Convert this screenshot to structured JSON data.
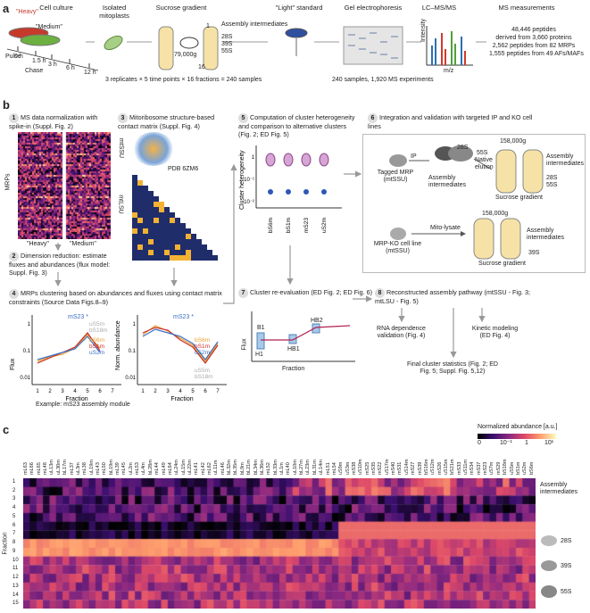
{
  "panel_a": {
    "label": "a",
    "headers": {
      "cell_culture": "Cell culture",
      "isolated": "Isolated mitoplasts",
      "sucrose": "Sucrose gradient",
      "light": "\"Light\" standard",
      "gel": "Gel electrophoresis",
      "lcms": "LC–MS/MS",
      "ms": "MS measurements"
    },
    "heavy": "\"Heavy\"",
    "medium": "\"Medium\"",
    "pulse": "Pulse",
    "chase": "Chase",
    "times": [
      "0 h",
      "1.5 h",
      "3 h",
      "6 h",
      "12 h"
    ],
    "speed": "79,000g",
    "tube_labels": [
      "Assembly intermediates",
      "28S",
      "39S",
      "55S"
    ],
    "tube_top": "1",
    "tube_bottom": "16",
    "replicates": "3 replicates × 5 time points × 16 fractions = 240 samples",
    "samples": "240 samples, 1,920 MS experiments",
    "intensity": "Intensity",
    "mz": "m/z",
    "stats": [
      "48,446 peptides",
      "derived from 3,660 proteins",
      "2,562 peptides from 82 MRPs",
      "1,555 peptides from 49 AFs/MAFs"
    ]
  },
  "panel_b": {
    "label": "b",
    "steps": {
      "s1": {
        "n": "1",
        "text": "MS data normalization with spike-in (Suppl. Fig. 2)"
      },
      "s2": {
        "n": "2",
        "text": "Dimension reduction: estimate fluxes and abundances (flux model: Suppl. Fig. 3)"
      },
      "s3": {
        "n": "3",
        "text": "Mitoribosome structure-based contact matrix (Suppl. Fig. 4)"
      },
      "s4": {
        "n": "4",
        "text": "MRPs clustering based on abundances and fluxes using contact matrix constraints (Source Data Figs.8–9)"
      },
      "s5": {
        "n": "5",
        "text": "Computation of cluster heterogeneity and comparison to alternative clusters (Fig. 2; ED Fig. 5)"
      },
      "s6": {
        "n": "6",
        "text": "Integration and validation with targeted IP and KO cell lines"
      },
      "s7": {
        "n": "7",
        "text": "Cluster re-evaluation (ED Fig. 2; ED Fig. 6)"
      },
      "s8": {
        "n": "8",
        "text": "Reconstructed assembly pathway (mtSSU - Fig. 3; mtLSU - Fig. 5)"
      }
    },
    "heatmap_labels": {
      "mrps": "MRPs",
      "mtssu": "mtSSU",
      "mtlsu": "mtLSU",
      "heavy": "\"Heavy\"",
      "medium": "\"Medium\""
    },
    "pdb": "PDB 6ZM6",
    "heterogeneity": {
      "ylabel": "Cluster heterogeneity",
      "ticks": [
        "1",
        "10⁻¹",
        "10⁻²"
      ],
      "xlabels": [
        "bS6m",
        "bS1m",
        "mS23",
        "uS2m"
      ]
    },
    "flux_plot": {
      "ylabel": "Flux",
      "xlabel": "Fraction",
      "title": "mS23 *",
      "gray_labels": [
        "uS5m",
        "bS18m"
      ],
      "labels": [
        "bS6m",
        "bS1m",
        "uS2m"
      ],
      "yticks": [
        "1",
        "0.1",
        "0.01"
      ],
      "xticks": [
        "1",
        "2",
        "3",
        "4",
        "5",
        "6",
        "7"
      ]
    },
    "abund_plot": {
      "ylabel": "Norm. abundance",
      "xlabel": "Fraction",
      "title": "mS23 *",
      "labels": [
        "bS6m",
        "bS1m",
        "uS2m"
      ],
      "gray_labels": [
        "uS5m",
        "bS18m"
      ],
      "yticks": [
        "1",
        "0.1",
        "0.01"
      ],
      "xticks": [
        "1",
        "2",
        "3",
        "4",
        "5",
        "6",
        "7"
      ]
    },
    "example": "Example: mS23 assembly module",
    "ip": {
      "speed": "158,000g",
      "tagged": "Tagged MRP (mtSSU)",
      "ip": "IP",
      "native": "Native elution",
      "assembly": "Assembly intermediates",
      "s28": "28S",
      "s55": "55S",
      "gradient": "Sucrose gradient",
      "labels": [
        "Assembly intermediates",
        "28S",
        "55S"
      ]
    },
    "ko": {
      "speed": "158,000g",
      "cell": "MRP-KO cell line (mtSSU)",
      "lysate": "Mito-lysate",
      "gradient": "Sucrose gradient",
      "labels": [
        "Assembly intermediates",
        "39S"
      ]
    },
    "cluster": {
      "ylabel": "Flux",
      "xlabel": "Fraction",
      "labels": [
        "B1",
        "H1",
        "HB1",
        "HB2"
      ]
    },
    "outcomes": [
      "RNA dependence validation (Fig. 4)",
      "Kinetic modeling (ED Fig. 4)",
      "Final cluster statistics (Fig. 2; ED Fig. 5; Suppl. Fig. 5,12)"
    ]
  },
  "panel_c": {
    "label": "c",
    "legend_title": "Normalized abundance [a.u.]",
    "legend_ticks": [
      "0",
      "10⁻¹",
      "1",
      "10¹"
    ],
    "ylabel": "Fraction",
    "rows": [
      "1",
      "2",
      "3",
      "4",
      "5",
      "6",
      "7",
      "8",
      "9",
      "10",
      "11",
      "12",
      "13",
      "14",
      "15"
    ],
    "proteins": [
      "mL63",
      "mL66",
      "mL65",
      "mL48",
      "uL13m",
      "uL30m",
      "bL17m",
      "mL37",
      "uL3m",
      "mL38",
      "uL19m",
      "mL43",
      "mL50",
      "bL19m",
      "mL39",
      "mL45",
      "uL2m",
      "mL53",
      "uL4m",
      "bL28m",
      "mL44",
      "mL49",
      "mL64",
      "uL24m",
      "uL15m",
      "uL22m",
      "mL41",
      "mL42",
      "mL62",
      "uL11m",
      "mL46",
      "bL32m",
      "bL35m",
      "bL9m",
      "bL21m",
      "bL34m",
      "bL36m",
      "mL52",
      "bL33m",
      "uL1m",
      "mL40",
      "uL10m",
      "bL27m",
      "uL23m",
      "bL31m",
      "uL14m",
      "mL51",
      "mL54",
      "uS9m",
      "uS3m",
      "mS38",
      "uS10m",
      "mS25",
      "mS35",
      "mS22",
      "uS17m",
      "mS40",
      "mS31",
      "uS14m",
      "mS27",
      "mS39",
      "bS16m",
      "uS12m",
      "mS26",
      "uS15m",
      "bS21m",
      "mS33",
      "uS11m",
      "mS34",
      "mS37",
      "mS23",
      "uS7m",
      "mS29",
      "bS18m",
      "uS5m",
      "bS1m",
      "uS2m",
      "bS6m"
    ],
    "right_labels": [
      "Assembly intermediates",
      "28S",
      "39S",
      "55S"
    ]
  }
}
